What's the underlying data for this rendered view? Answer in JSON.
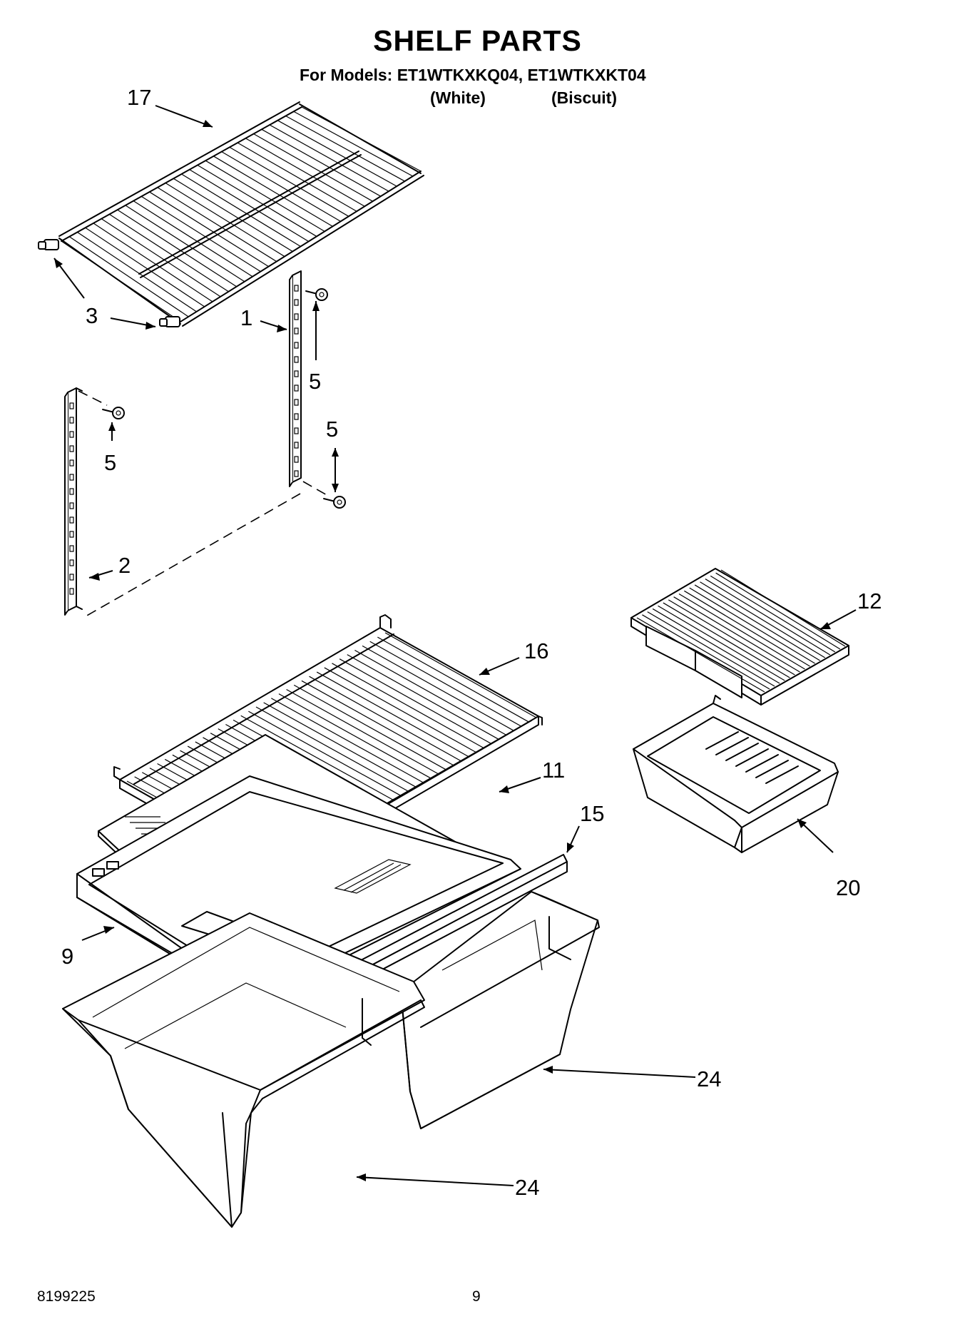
{
  "header": {
    "title": "SHELF PARTS",
    "models_line": "For Models: ET1WTKXKQ04, ET1WTKXKT04",
    "variant_white": "(White)",
    "variant_biscuit": "(Biscuit)"
  },
  "callouts": {
    "c17": "17",
    "c3": "3",
    "c1": "1",
    "c5a": "5",
    "c5b": "5",
    "c5c": "5",
    "c2": "2",
    "c12": "12",
    "c16": "16",
    "c11": "11",
    "c15": "15",
    "c20": "20",
    "c9": "9",
    "c24a": "24",
    "c24b": "24"
  },
  "footer": {
    "doc_number": "8199225",
    "page_number": "9"
  }
}
